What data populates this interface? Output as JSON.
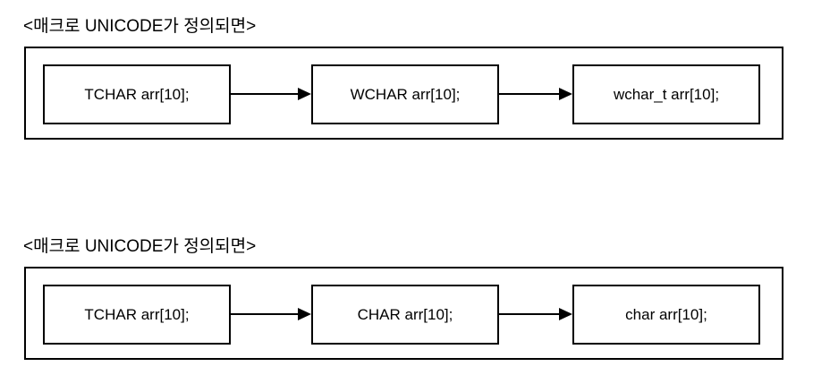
{
  "diagrams": [
    {
      "title": "<매크로 UNICODE가 정의되면>",
      "nodes": [
        "TCHAR arr[10];",
        "WCHAR arr[10];",
        "wchar_t arr[10];"
      ]
    },
    {
      "title": "<매크로 UNICODE가 정의되면>",
      "nodes": [
        "TCHAR arr[10];",
        "CHAR arr[10];",
        "char arr[10];"
      ]
    }
  ],
  "colors": {
    "stroke": "#000000",
    "background": "#ffffff",
    "text": "#000000"
  }
}
